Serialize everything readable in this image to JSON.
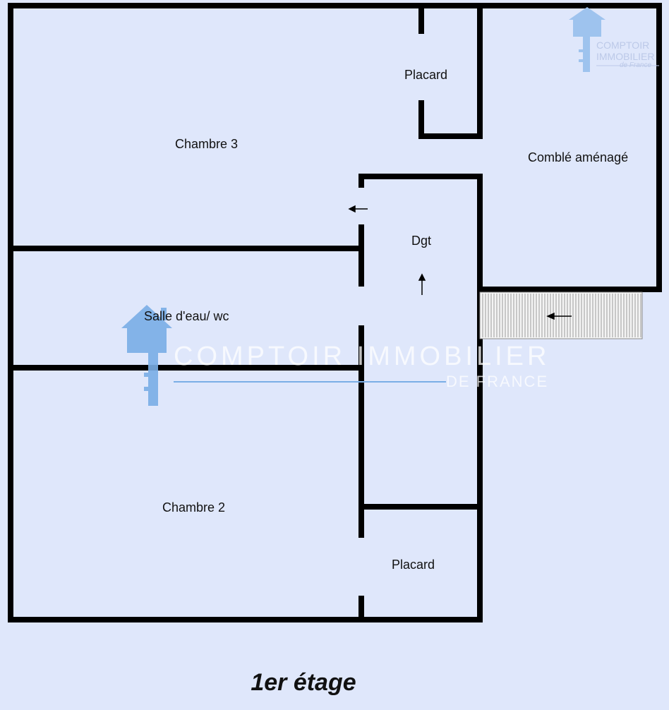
{
  "rooms": {
    "chambre3": "Chambre 3",
    "placard_top": "Placard",
    "comble": "Comblé aménagé",
    "dgt": "Dgt",
    "salle_eau": "Salle d'eau/ wc",
    "chambre2": "Chambre 2",
    "placard_bottom": "Placard"
  },
  "floor_label": "1er étage",
  "watermark": {
    "main": "COMPTOIR IMMOBILIER",
    "sub": "DE FRANCE"
  },
  "logo": {
    "line1": "COMPTOIR",
    "line2": "IMMOBILIER",
    "line3": "de France"
  },
  "colors": {
    "background": "#dfe7fb",
    "walls": "#000000",
    "watermark_key": "#7aaee6"
  }
}
